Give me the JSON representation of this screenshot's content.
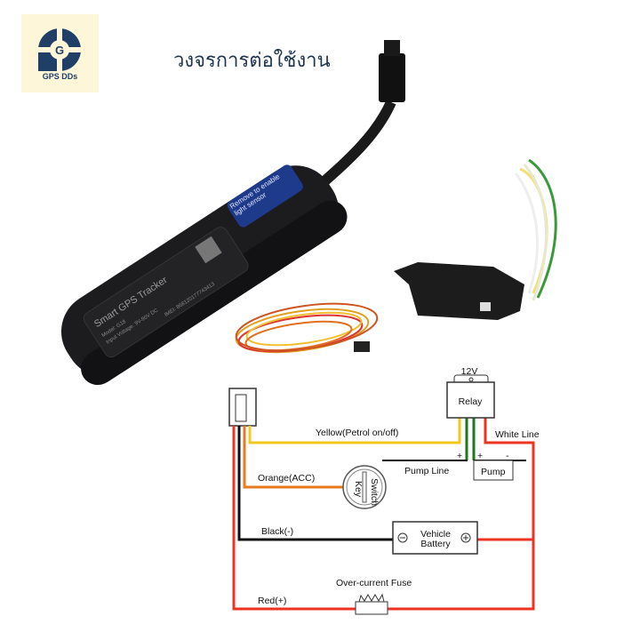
{
  "brand": {
    "name": "GPS DDs",
    "logo_letter": "G",
    "color": "#1f3f66"
  },
  "title": "วงจรการต่อใช้งาน",
  "device": {
    "label_title": "Smart GPS Tracker",
    "model": "Model: G18",
    "input_voltage": "Input Voltage: 9V-90V DC",
    "imei": "IMEI: 868120177743413",
    "sticker": "Remove to enable light sensor"
  },
  "diagram": {
    "relay_voltage": "12V",
    "relay_label": "Relay",
    "yellow_label": "Yellow(Petrol on/off)",
    "white_line_label": "White Line",
    "pump_line_label": "Pump Line",
    "pump_label": "Pump",
    "plus": "+",
    "minus": "-",
    "orange_label": "Orange(ACC)",
    "switch_label": "Switch",
    "key_label": "Key",
    "black_label": "Black(-)",
    "battery_line1": "Vehicle",
    "battery_line2": "Battery",
    "fuse_label": "Over-current Fuse",
    "red_label": "Red(+)"
  }
}
